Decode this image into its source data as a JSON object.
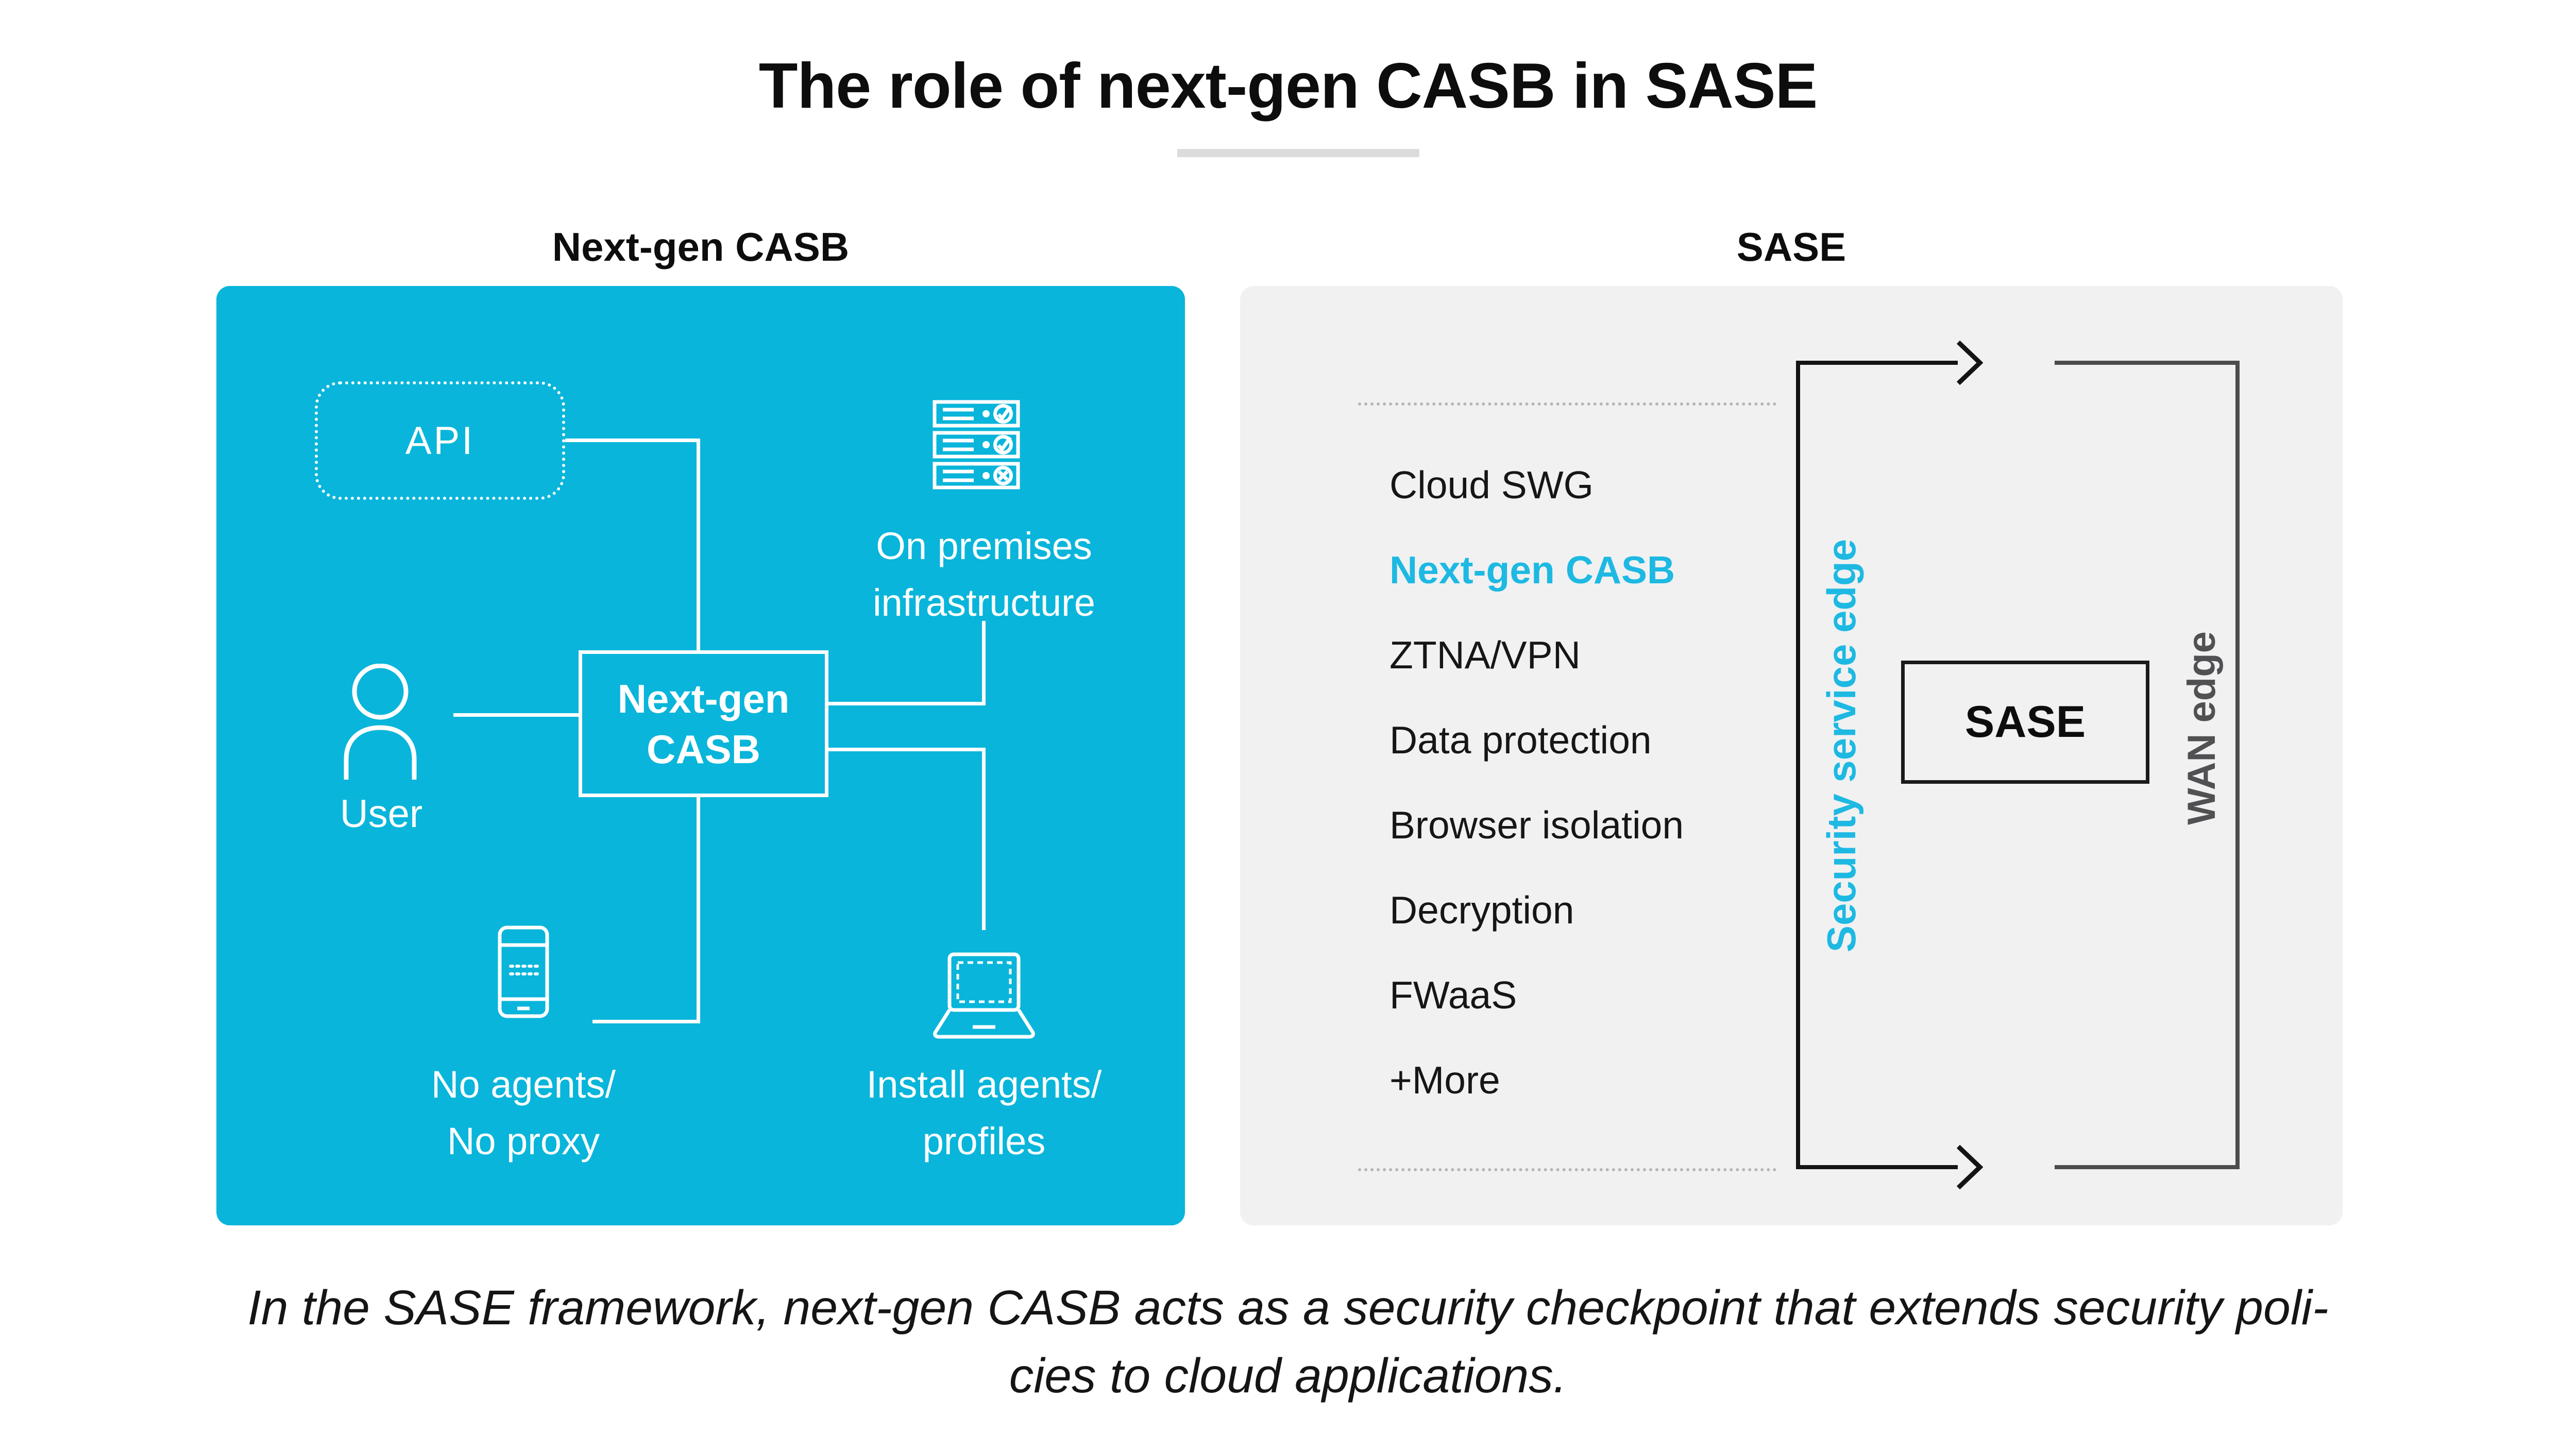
{
  "title": "The role of next-gen CASB in SASE",
  "left_panel": {
    "heading": "Next-gen CASB",
    "api_label": "API",
    "on_premises": {
      "line1": "On premises",
      "line2": "infrastructure"
    },
    "casb_box": {
      "line1": "Next-gen",
      "line2": "CASB"
    },
    "user_label": "User",
    "no_agents": {
      "line1": "No agents/",
      "line2": "No proxy"
    },
    "install_agents": {
      "line1": "Install agents/",
      "line2": "profiles"
    }
  },
  "right_panel": {
    "heading": "SASE",
    "services": [
      {
        "label": "Cloud SWG",
        "highlighted": false
      },
      {
        "label": "Next-gen CASB",
        "highlighted": true
      },
      {
        "label": "ZTNA/VPN",
        "highlighted": false
      },
      {
        "label": "Data protection",
        "highlighted": false
      },
      {
        "label": "Browser isolation",
        "highlighted": false
      },
      {
        "label": "Decryption",
        "highlighted": false
      },
      {
        "label": "FWaaS",
        "highlighted": false
      },
      {
        "label": "+More",
        "highlighted": false
      }
    ],
    "security_service_edge_label": "Security service edge",
    "sase_box_label": "SASE",
    "wan_edge_label": "WAN edge"
  },
  "caption": {
    "line1": "In the SASE framework, next-gen CASB acts as a security checkpoint that extends security poli-",
    "line2": "cies to cloud applications."
  },
  "colors": {
    "accent_cyan": "#09b5da",
    "highlight_cyan": "#1db9e2",
    "panel_gray": "#f1f1f2",
    "bracket_black": "#141414",
    "wan_gray": "#4c4c4e",
    "divider_gray": "#dcdcdc",
    "dotted_gray": "#b5b5b6"
  },
  "icons": {
    "servers": "servers-icon",
    "check": "check-circle-icon",
    "cross": "x-circle-icon",
    "user": "user-icon",
    "phone": "phone-icon",
    "laptop": "laptop-icon",
    "arrow": "arrow-right-icon"
  }
}
